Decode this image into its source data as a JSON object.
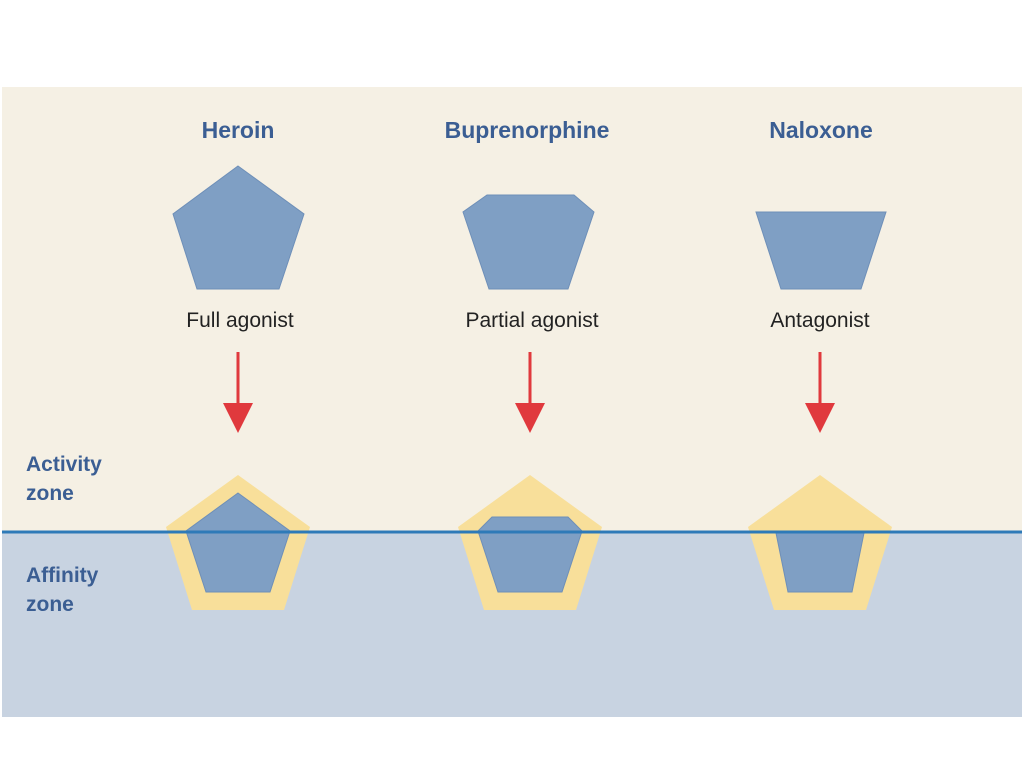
{
  "drugs": [
    {
      "name": "Heroin",
      "role": "Full agonist"
    },
    {
      "name": "Buprenorphine",
      "role": "Partial agonist"
    },
    {
      "name": "Naloxone",
      "role": "Antagonist"
    }
  ],
  "zones": {
    "activity": [
      "Activity",
      "zone"
    ],
    "affinity": [
      "Affinity",
      "zone"
    ]
  },
  "colors": {
    "background_top": "#f5f0e4",
    "background_bottom": "#c8d3e1",
    "ligand_fill": "#7f9fc4",
    "ligand_stroke": "#6e8fb8",
    "receptor_ring": "#f8df9a",
    "divider": "#2e7ab8",
    "arrow": "#e0393d",
    "title": "#3b5e93"
  }
}
